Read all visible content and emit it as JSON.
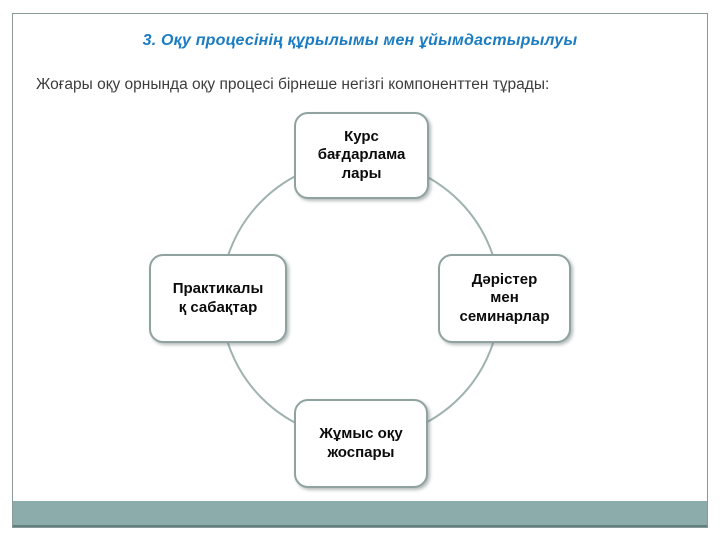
{
  "slide": {
    "title": "3. Оқу процесінің құрылымы мен ұйымдастырылуы",
    "intro": "Жоғары оқу орнында оқу процесі бірнеше негізгі компоненттен тұрады:"
  },
  "diagram": {
    "type": "cycle",
    "nodes": [
      {
        "position": "top",
        "label": "Курс\nбағдарлама\nлары"
      },
      {
        "position": "right",
        "label": "Дәрістер\nмен\nсеминарлар"
      },
      {
        "position": "bottom",
        "label": "Жұмыс оқу\nжоспары"
      },
      {
        "position": "left",
        "label": "Практикалы\nқ сабақтар"
      }
    ]
  },
  "colors": {
    "title_blue": "#1b7cc2",
    "body_text": "#3d3d3d",
    "node_border": "#8fa2a0",
    "node_fill": "#ffffff",
    "circle_stroke": "#a0b2b0",
    "footer_bar": "#8cacab",
    "footer_bar_edge": "#5e807f",
    "slide_border": "#8a9898"
  }
}
